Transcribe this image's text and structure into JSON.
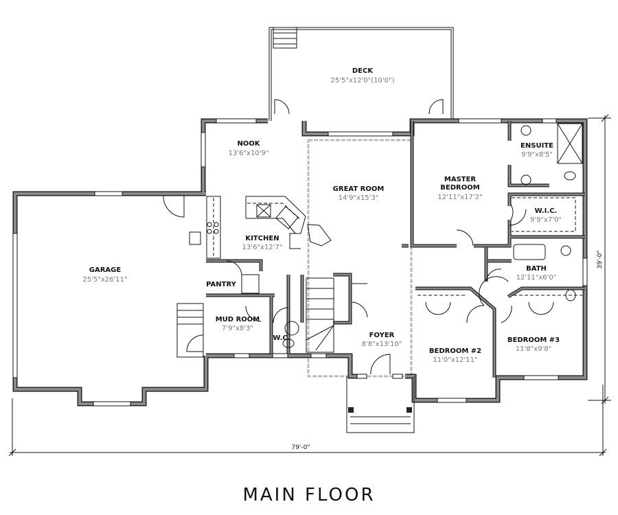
{
  "title": "MAIN FLOOR",
  "rooms": {
    "deck": {
      "name": "DECK",
      "size": "25'5\"x12'0\"(10'0\")"
    },
    "nook": {
      "name": "NOOK",
      "size": "13'6\"x10'9\""
    },
    "great_room": {
      "name": "GREAT ROOM",
      "size": "14'9\"x15'3\""
    },
    "kitchen": {
      "name": "KITCHEN",
      "size": "13'6\"x12'7\""
    },
    "garage": {
      "name": "GARAGE",
      "size": "25'5\"x26'11\""
    },
    "pantry": {
      "name": "PANTRY"
    },
    "mud_room": {
      "name": "MUD ROOM",
      "size": "7'9\"x8'3\""
    },
    "wc": {
      "name": "W.C."
    },
    "foyer": {
      "name": "FOYER",
      "size": "8'8\"x13'10\""
    },
    "master": {
      "name1": "MASTER",
      "name2": "BEDROOM",
      "size": "12'11\"x17'2\""
    },
    "ensuite": {
      "name": "ENSUITE",
      "size": "9'9\"x8'5\""
    },
    "wic": {
      "name": "W.I.C.",
      "size": "9'9\"x7'0\""
    },
    "bath": {
      "name": "BATH",
      "size": "12'11\"x6'0\""
    },
    "bedroom2": {
      "name": "BEDROOM #2",
      "size": "11'0\"x12'11\""
    },
    "bedroom3": {
      "name": "BEDROOM #3",
      "size": "11'8\"x9'8\""
    }
  },
  "dimensions": {
    "width": "79'-0\"",
    "depth": "39'-0\""
  }
}
